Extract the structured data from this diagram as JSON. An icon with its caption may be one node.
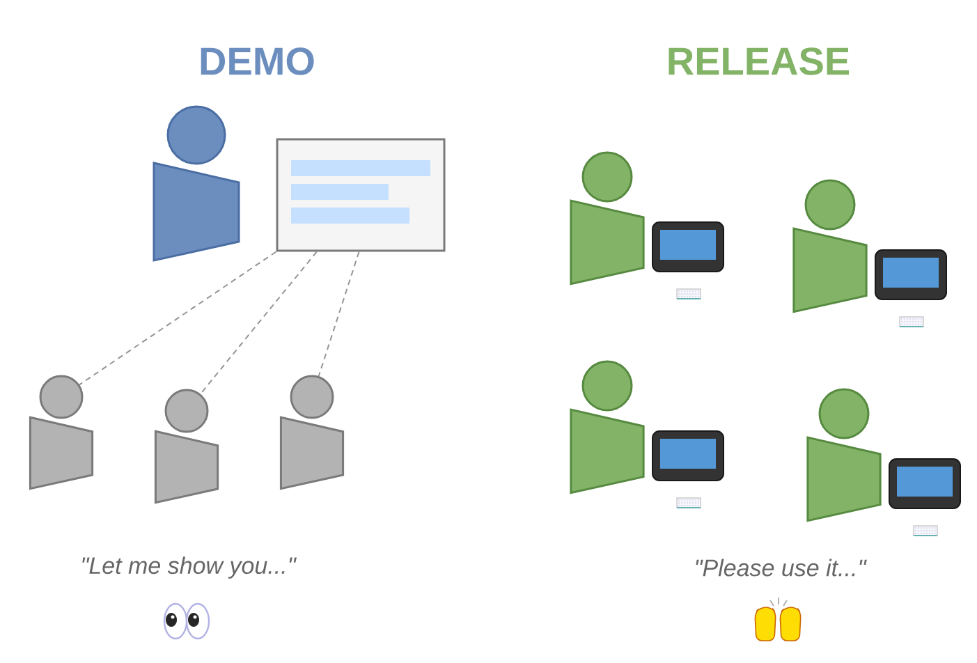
{
  "diagram": {
    "nodes": [
      {
        "text": [],
        "shape": "box"
      },
      {
        "text": [],
        "shape": "person"
      },
      {
        "text": [],
        "shape": "person"
      },
      {
        "text": [],
        "shape": "person"
      }
    ],
    "edges": [
      {
        "from": 0,
        "to": 1,
        "arrow": "none",
        "style": "dashed"
      },
      {
        "from": 0,
        "to": 2,
        "arrow": "none",
        "style": "dashed"
      },
      {
        "from": 0,
        "to": 3,
        "arrow": "none",
        "style": "dashed"
      }
    ],
    "labels": [
      "DEMO",
      "RELEASE",
      "\"Let me show you...\"",
      "\"Please use it...\""
    ]
  }
}
